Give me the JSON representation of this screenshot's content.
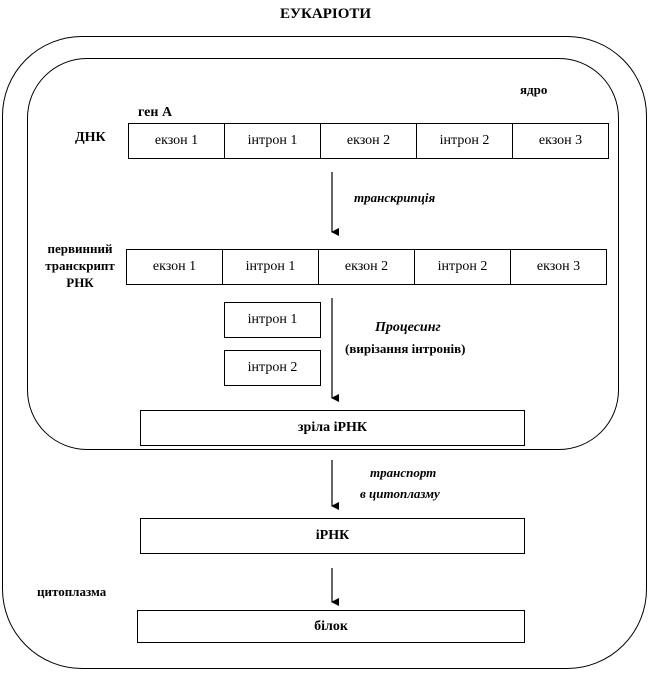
{
  "title": "ЕУКАРІОТИ",
  "nucleus_label": "ядро",
  "gene_label": "ген А",
  "dna_label": "ДНК",
  "dna_segments": [
    "екзон 1",
    "інтрон 1",
    "екзон 2",
    "інтрон 2",
    "екзон 3"
  ],
  "transcription_label": "транскрипція",
  "primary_transcript_label": "первинний транскрипт РНК",
  "primary_segments": [
    "екзон 1",
    "інтрон 1",
    "екзон 2",
    "інтрон 2",
    "екзон 3"
  ],
  "excised_introns": [
    "інтрон 1",
    "інтрон 2"
  ],
  "processing_title": "Процесинг",
  "processing_subtitle": "(вирізання інтронів)",
  "mature_rna": "зріла іРНК",
  "transport_line1": "транспорт",
  "transport_line2": "в цитоплазму",
  "mrna": "іРНК",
  "cytoplasm_label": "цитоплазма",
  "protein": "білок"
}
